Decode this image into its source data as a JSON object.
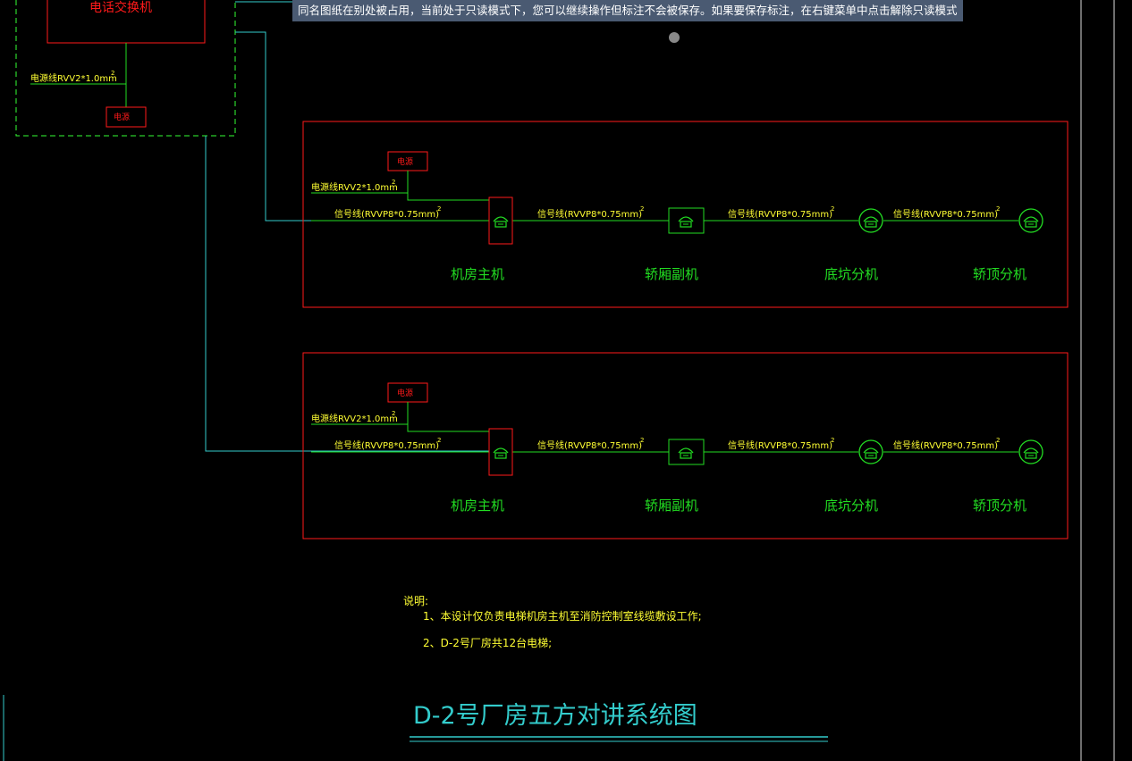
{
  "notice": "同名图纸在别处被占用，当前处于只读模式下，您可以继续操作但标注不会被保存。如果要保存标注，在右键菜单中点击解除只读模式",
  "top": {
    "exchange_label": "电话交换机",
    "power_cable": "电源线RVV2*1.0mm",
    "power_label": "电源"
  },
  "panels": [
    {
      "power_label": "电源",
      "power_cable": "电源线RVV2*1.0mm",
      "signal_labels": [
        "信号线(RVVP8*0.75mm)",
        "信号线(RVVP8*0.75mm)",
        "信号线(RVVP8*0.75mm)",
        "信号线(RVVP8*0.75mm)"
      ],
      "devices": [
        "机房主机",
        "轿厢副机",
        "底坑分机",
        "轿顶分机"
      ]
    },
    {
      "power_label": "电源",
      "power_cable": "电源线RVV2*1.0mm",
      "signal_labels": [
        "信号线(RVVP8*0.75mm)",
        "信号线(RVVP8*0.75mm)",
        "信号线(RVVP8*0.75mm)",
        "信号线(RVVP8*0.75mm)"
      ],
      "devices": [
        "机房主机",
        "轿厢副机",
        "底坑分机",
        "轿顶分机"
      ]
    }
  ],
  "superscript": "2",
  "notes": {
    "heading": "说明:",
    "items": [
      "1、本设计仅负责电梯机房主机至消防控制室线缆敷设工作;",
      "2、D-2号厂房共12台电梯;"
    ]
  },
  "drawing_title": "D-2号厂房五方对讲系统图",
  "colors": {
    "red": "#ff1a1a",
    "green": "#22dd22",
    "cyan": "#33cccc",
    "yellow": "#ffff33",
    "dashed_green": "#33ff33"
  }
}
